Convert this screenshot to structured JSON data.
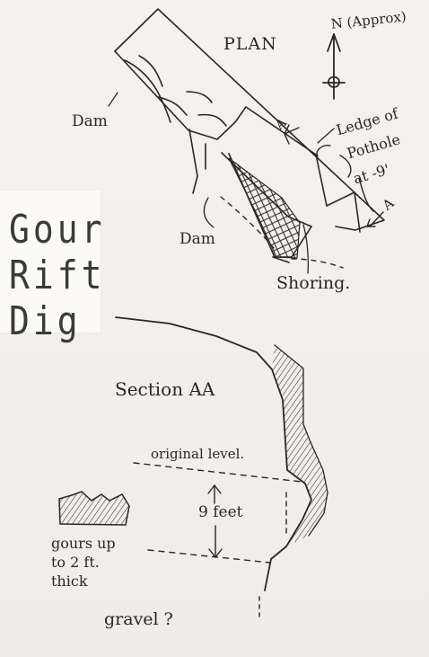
{
  "title": [
    "Gour",
    "Rift",
    "Dig"
  ],
  "plan": {
    "heading": "PLAN",
    "north": "N (Approx)",
    "dam_left": "Dam",
    "dam_bottom": "Dam",
    "ledge": [
      "Ledge of",
      "Pothole",
      "at -9'"
    ],
    "shoring": "Shoring.",
    "section_marker_left": "A",
    "section_marker_right": "A"
  },
  "section": {
    "heading": "Section AA",
    "original_level": "original level.",
    "depth": "9 feet",
    "gours": [
      "gours up",
      "to 2 ft.",
      "thick"
    ],
    "gravel": "gravel ?"
  }
}
